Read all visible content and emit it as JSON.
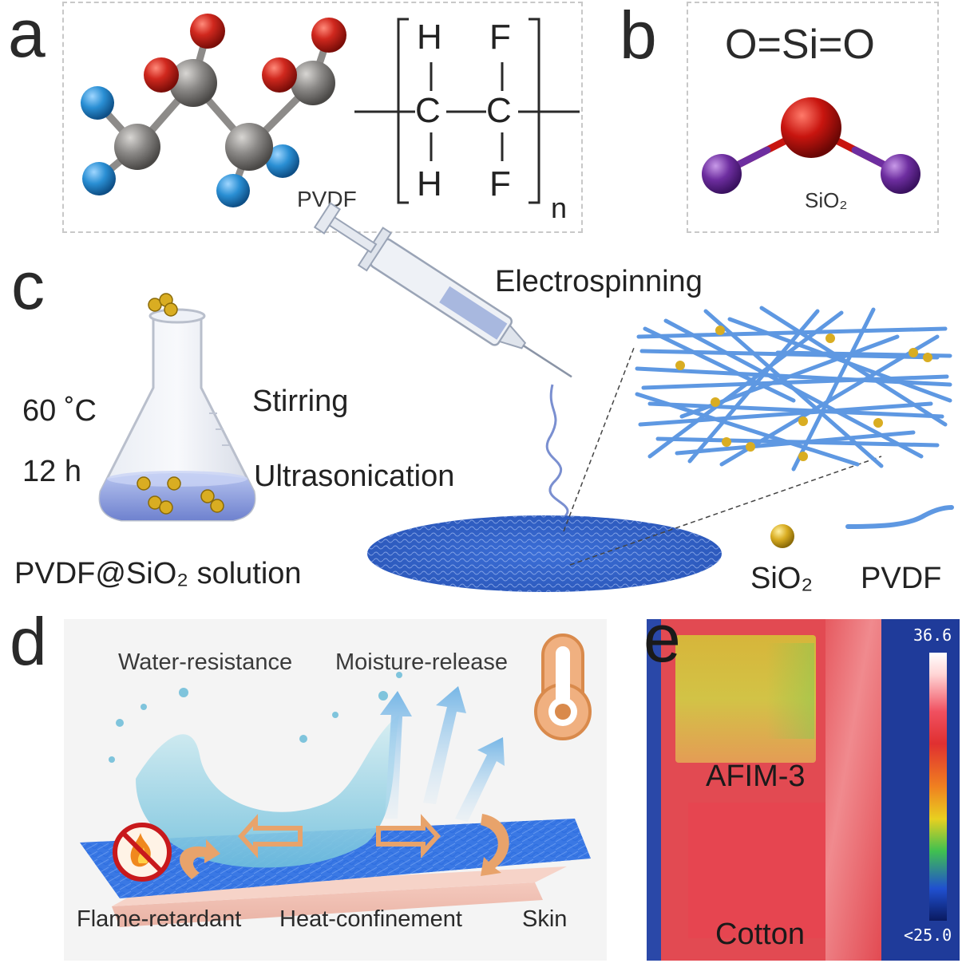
{
  "panels": {
    "a": {
      "letter": "a",
      "molecule_label": "PVDF",
      "formula": {
        "top_left": "H",
        "top_right": "F",
        "mid_left": "C",
        "mid_right": "C",
        "bot_left": "H",
        "bot_right": "F",
        "subscript": "n"
      }
    },
    "b": {
      "letter": "b",
      "formula": "O=Si=O",
      "molecule_label": "SiO₂"
    },
    "c": {
      "letter": "c",
      "temperature": "60 ˚C",
      "time": "12 h",
      "step1": "Stirring",
      "step2": "Ultrasonication",
      "solution_label": "PVDF@SiO₂ solution",
      "process_label": "Electrospinning",
      "legend_sio2": "SiO₂",
      "legend_pvdf": "PVDF"
    },
    "d": {
      "letter": "d",
      "water": "Water-resistance",
      "moisture": "Moisture-release",
      "flame": "Flame-retardant",
      "heat": "Heat-confinement",
      "skin": "Skin"
    },
    "e": {
      "letter": "e",
      "scale_max": "36.6",
      "scale_min": "<25.0",
      "label_top": "AFIM-3",
      "label_bottom": "Cotton"
    }
  },
  "colors": {
    "oxygen": "#d0281e",
    "carbon": "#7e7c7a",
    "fluorine": "#2a8fd4",
    "silicon": "#7a3aa8",
    "fiber": "#4d8de0",
    "nanoparticle": "#d9ad22",
    "arrow": "#e8a36b",
    "ir_red": "#e24a52",
    "ir_bg": "#1f3b9a"
  }
}
